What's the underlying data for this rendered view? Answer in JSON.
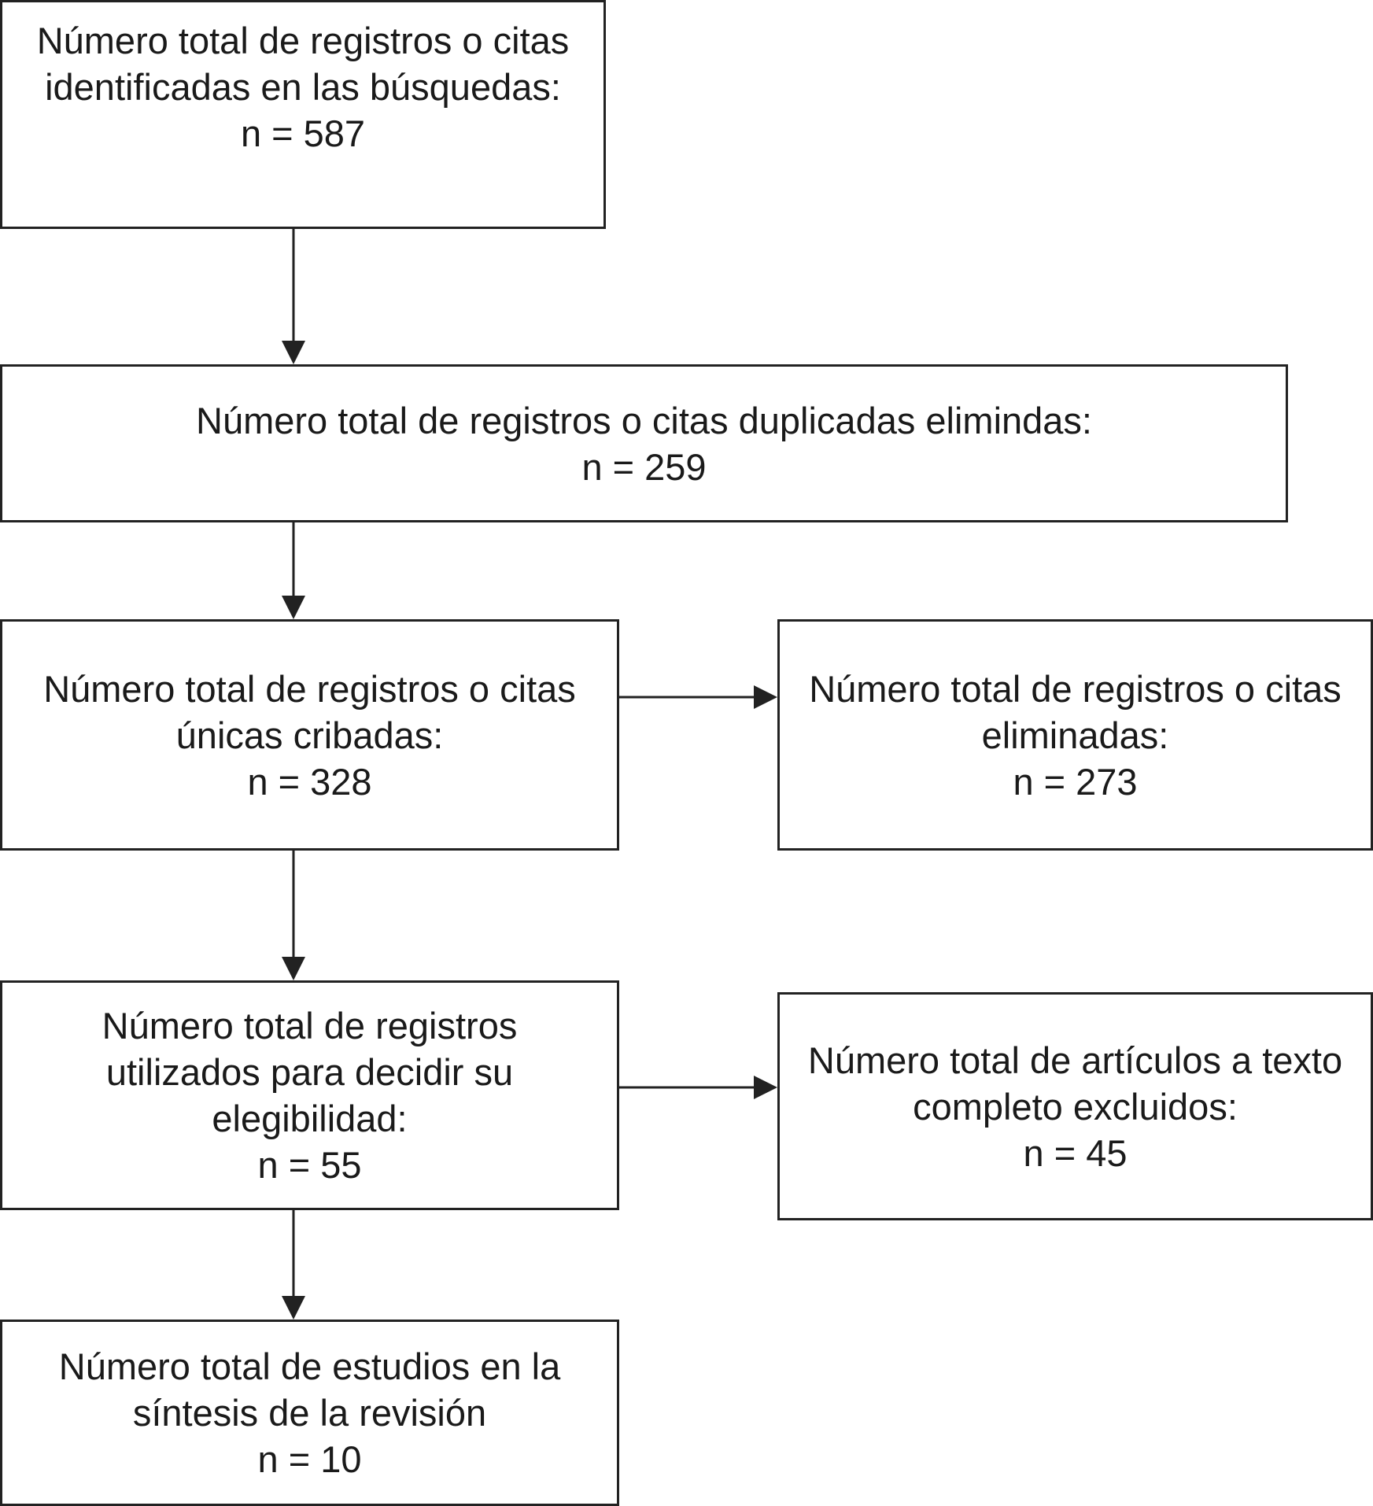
{
  "boxes": {
    "identified": {
      "line1": "Número total de registros o citas",
      "line2": "identificadas en las búsquedas:",
      "count": "n = 587"
    },
    "duplicates": {
      "line1": "Número total de registros o citas duplicadas elimindas:",
      "count": "n = 259"
    },
    "screened": {
      "line1": "Número total de registros o citas",
      "line2": "únicas cribadas:",
      "count": "n = 328"
    },
    "removed": {
      "line1": "Número total de registros o citas",
      "line2": "eliminadas:",
      "count": "n = 273"
    },
    "eligibility": {
      "line1": "Número total de registros",
      "line2": "utilizados para decidir su",
      "line3": "elegibilidad:",
      "count": "n = 55"
    },
    "excluded": {
      "line1": "Número total de artículos a texto",
      "line2": "completo excluidos:",
      "count": "n = 45"
    },
    "included": {
      "line1": "Número total de estudios en la",
      "line2": "síntesis de la revisión",
      "count": "n = 10"
    }
  },
  "colors": {
    "stroke": "#222222",
    "text": "#1a1a1a",
    "background": "#ffffff"
  }
}
